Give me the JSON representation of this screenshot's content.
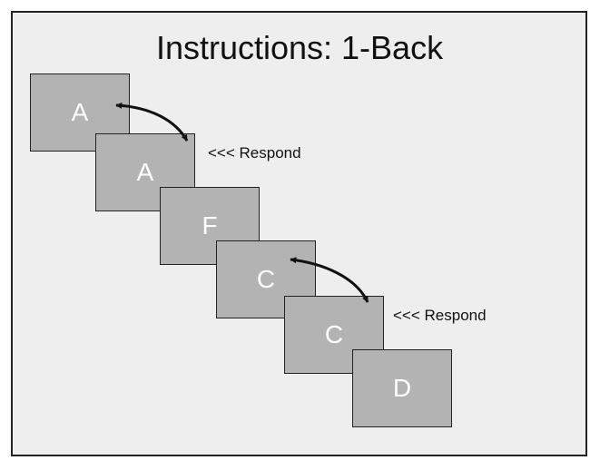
{
  "diagram": {
    "title": "Instructions: 1-Back",
    "cards": [
      {
        "letter": "A"
      },
      {
        "letter": "A"
      },
      {
        "letter": "F"
      },
      {
        "letter": "C"
      },
      {
        "letter": "C"
      },
      {
        "letter": "D"
      }
    ],
    "respond_labels": [
      "<<< Respond",
      "<<< Respond"
    ],
    "colors": {
      "background": "#eeeeee",
      "card_fill": "#b3b3b3",
      "card_text": "#ffffff",
      "border": "#222222"
    }
  }
}
